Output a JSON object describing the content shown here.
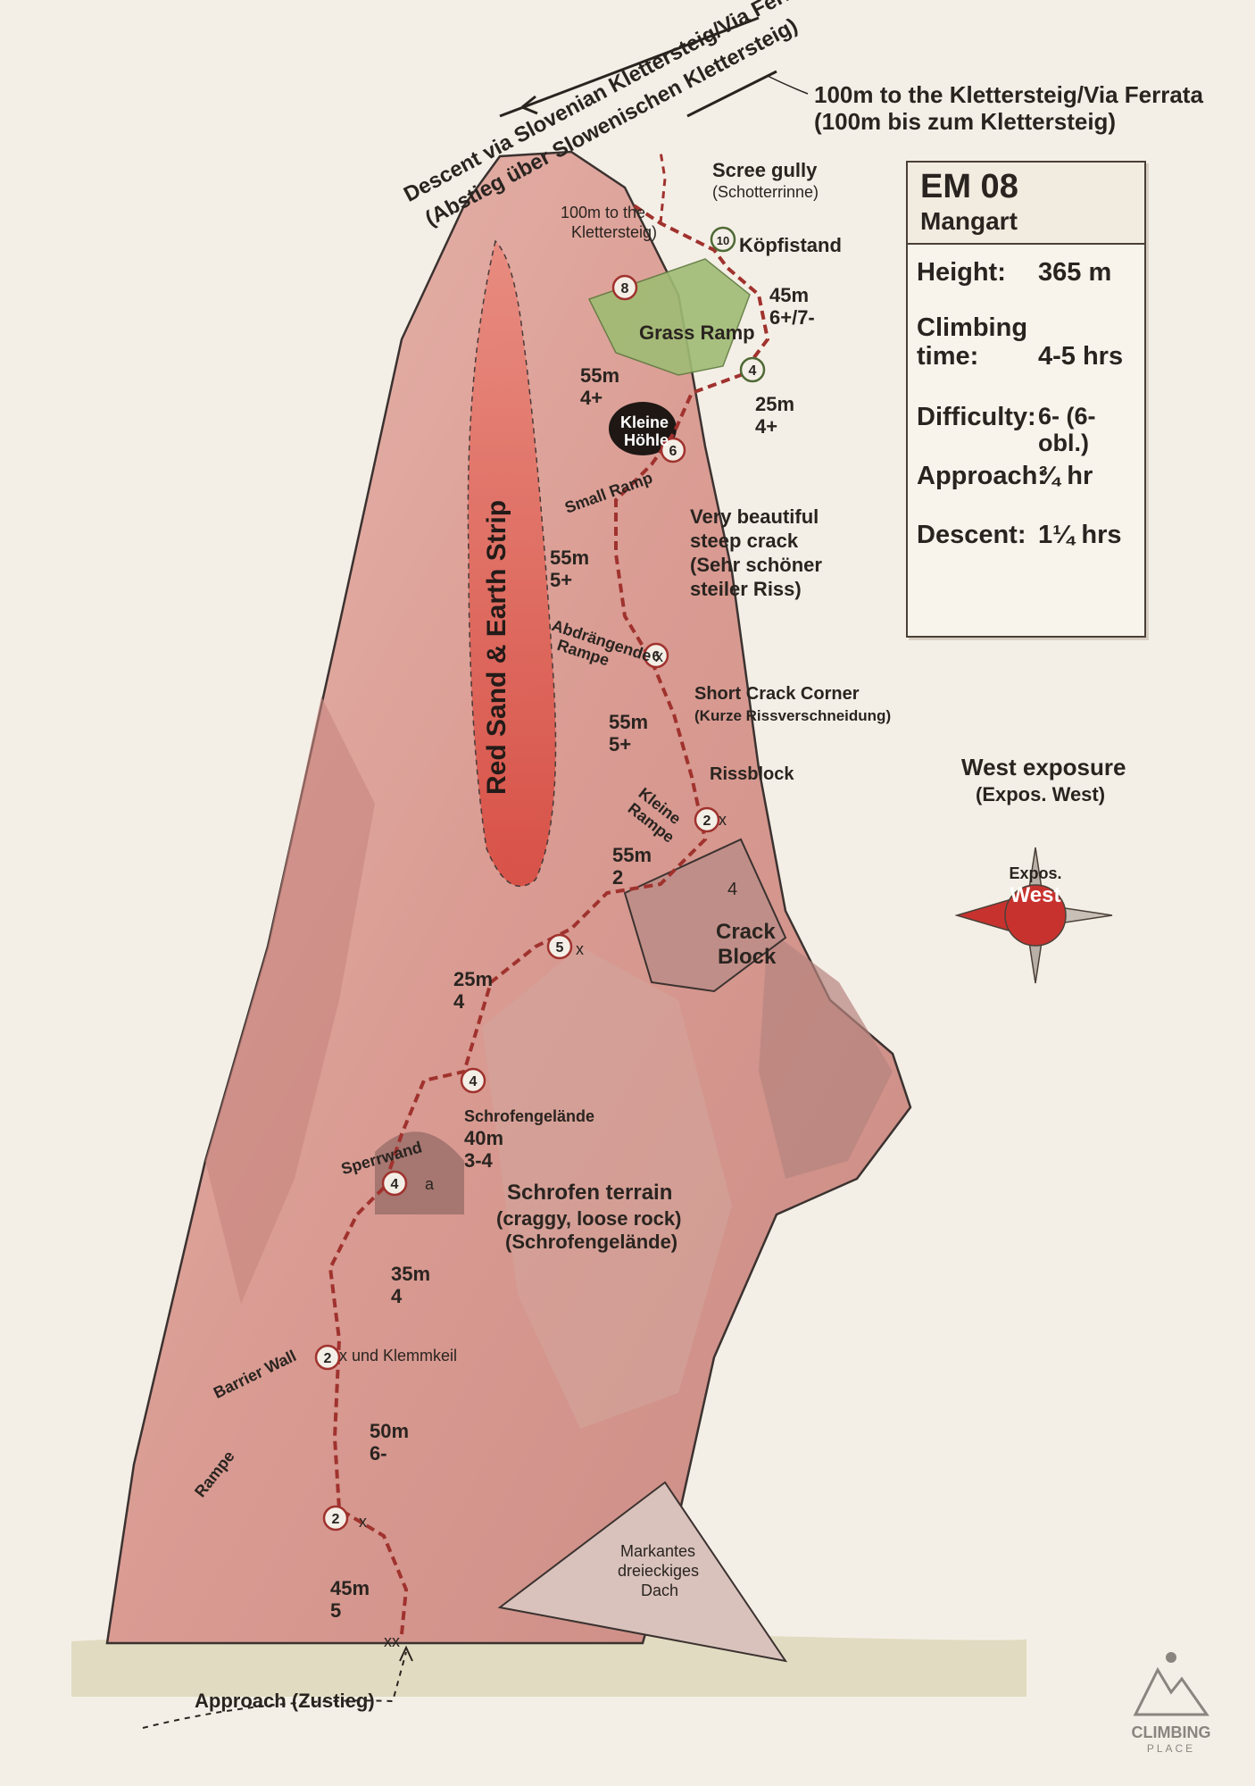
{
  "info": {
    "code": "EM 08",
    "name": "Mangart",
    "rows": [
      {
        "label": "Height:",
        "value": "365 m"
      },
      {
        "label": "Climbing time:",
        "value": "4-5 hrs"
      },
      {
        "label": "Difficulty:",
        "value": "6- (6- obl.)"
      },
      {
        "label": "Approach:",
        "value": "¾ hr"
      },
      {
        "label": "Descent:",
        "value": "1¼ hrs"
      }
    ]
  },
  "exposure": {
    "title": "West exposure",
    "subtitle": "(Expos. West)",
    "badge_top": "Expos.",
    "badge_bottom": "West",
    "accent": "#c8322e"
  },
  "top_right": {
    "line1": "100m to the Klettersteig/Via Ferrata",
    "line2": "(100m bis zum Klettersteig)"
  },
  "descent": {
    "line1": "Descent via Slovenian Klettersteig/Via Ferrata",
    "line2": "(Abstieg über Slowenischen Klettersteig)"
  },
  "strip": {
    "label": "Red Sand & Earth Strip",
    "color": "#e06a5e"
  },
  "features": {
    "scree_gully": "Scree gully",
    "scree_gully_de": "(Schotterrinne)",
    "kletter_100_l1": "100m to the",
    "kletter_100_l2": "Klettersteig)",
    "kopfistand": "Köpfistand",
    "grass_ramp": "Grass Ramp",
    "kleine_hoehle_l1": "Kleine",
    "kleine_hoehle_l2": "Höhle",
    "small_ramp": "Small Ramp",
    "crack_l1": "Very beautiful",
    "crack_l2": "steep crack",
    "crack_l3": "(Sehr schöner",
    "crack_l4": "steiler Riss)",
    "abdr_l1": "Abdrängende",
    "abdr_l2": "Rampe",
    "short_crack": "Short Crack Corner",
    "short_crack_de": "(Kurze Rissverschneidung)",
    "rissblock": "Rissblock",
    "kleine_rampe_l1": "Kleine",
    "kleine_rampe_l2": "Rampe",
    "crack_block_l1": "Crack",
    "crack_block_l2": "Block",
    "crack_block_grade": "4",
    "schrofengelaende": "Schrofengelände",
    "sperrwand": "Sperrwand",
    "schrofen_l1": "Schrofen terrain",
    "schrofen_l2": "(craggy, loose rock)",
    "schrofen_l3": "(Schrofengelände)",
    "barrier_wall": "Barrier Wall",
    "x_klemmkeil": "x und Klemmkeil",
    "rampe": "Rampe",
    "dach_l1": "Markantes",
    "dach_l2": "dreieckiges",
    "dach_l3": "Dach",
    "approach": "Approach (Zustieg)",
    "mark_x": "x",
    "mark_xx": "xx",
    "mark_a": "a"
  },
  "pitches": [
    {
      "len": "45m",
      "grade": "6+/7-"
    },
    {
      "len": "55m",
      "grade": "4+"
    },
    {
      "len": "25m",
      "grade": "4+"
    },
    {
      "len": "55m",
      "grade": "5+"
    },
    {
      "len": "55m",
      "grade": "5+"
    },
    {
      "len": "55m",
      "grade": "2"
    },
    {
      "len": "25m",
      "grade": "4"
    },
    {
      "len": "40m",
      "grade": "3-4"
    },
    {
      "len": "35m",
      "grade": "4"
    },
    {
      "len": "50m",
      "grade": "6-"
    },
    {
      "len": "45m",
      "grade": "5"
    }
  ],
  "stations": [
    "10",
    "8",
    "4",
    "6",
    "6",
    "2",
    "5",
    "4",
    "4",
    "2",
    "2"
  ],
  "logo": {
    "line1": "CLIMBING",
    "line2": "PLACE"
  }
}
